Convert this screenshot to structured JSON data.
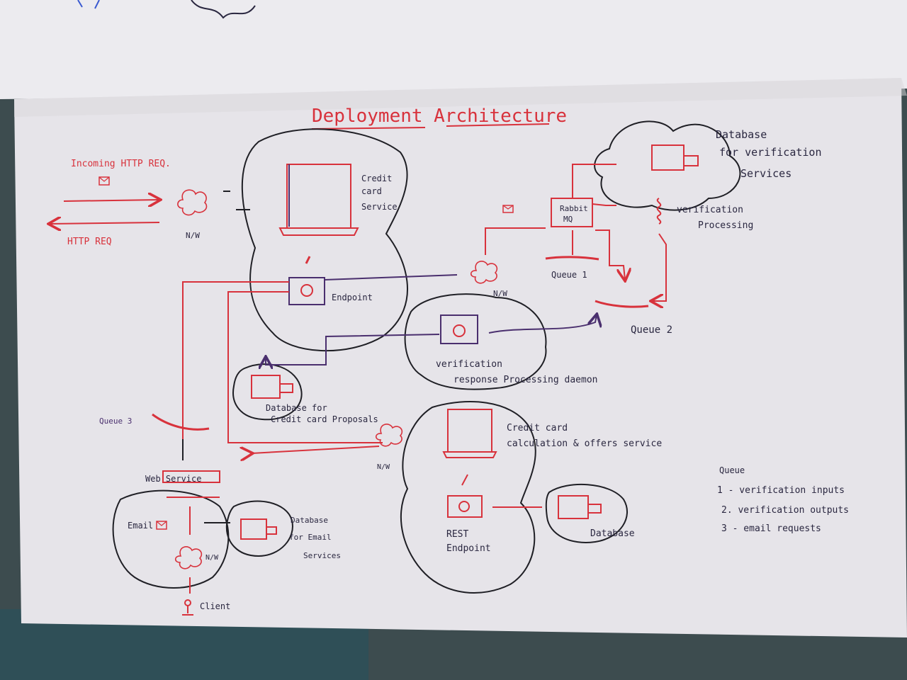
{
  "title": "Deployment Architecture",
  "colors": {
    "ink_red": "#d8323c",
    "ink_dark": "#2a2740",
    "ink_purple": "#4a2f6e",
    "paper": "#e8e6ea"
  },
  "labels": {
    "incoming": "Incoming HTTP REQ.",
    "outgoing": "HTTP REQ",
    "nw": "N/W",
    "credit_card_service": [
      "Credit",
      "card",
      "Service"
    ],
    "endpoint": "Endpoint",
    "db_verification": [
      "Database",
      "for verification",
      "Services"
    ],
    "rabbit_mq": [
      "Rabbit",
      "MQ"
    ],
    "verification_processing": [
      "verification",
      "Processing"
    ],
    "queue1": "Queue 1",
    "queue2": "Queue 2",
    "verification_daemon": [
      "verification",
      "response Processing daemon"
    ],
    "db_credit_proposals": [
      "Database for",
      "Credit card Proposals"
    ],
    "queue3": "Queue 3",
    "credit_calc": [
      "Credit card",
      "calculation & offers service"
    ],
    "rest_endpoint": [
      "REST",
      "Endpoint"
    ],
    "database": "Database",
    "web_service": "Web Service",
    "email": "Email",
    "db_email": [
      "Database",
      "for Email",
      "Services"
    ],
    "client": "Client",
    "queue_legend_title": "Queue",
    "queue_legend": [
      "1 - verification inputs",
      "2. verification outputs",
      "3 - email requests"
    ]
  }
}
